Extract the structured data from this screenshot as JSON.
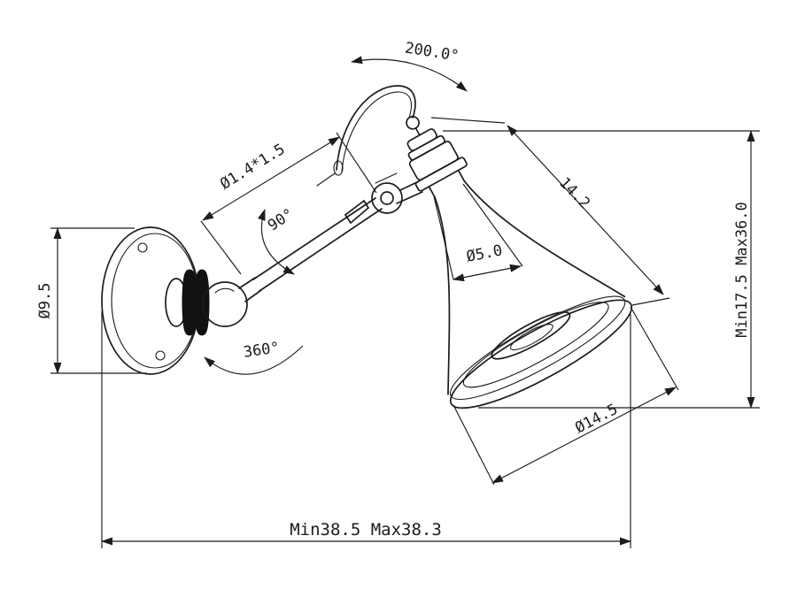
{
  "page": {
    "background": "#ffffff",
    "line_color": "#1c1c1c"
  },
  "drawing": {
    "type": "technical-dimension-drawing",
    "subject": "adjustable swing-arm wall lamp",
    "annotations": {
      "top_rotation_angle": "200.0°",
      "arm_tube_spec": "Ø1.4*1.5",
      "hinge_swing_angle": "90°",
      "base_swivel_angle": "360°",
      "backplate_diameter": "Ø9.5",
      "shade_neck_diameter": "Ø5.0",
      "shade_side_length": "14.2",
      "height_range": "Min17.5 Max36.0",
      "shade_opening_diameter": "Ø14.5",
      "overall_width_range": "Min38.5 Max38.3"
    }
  }
}
